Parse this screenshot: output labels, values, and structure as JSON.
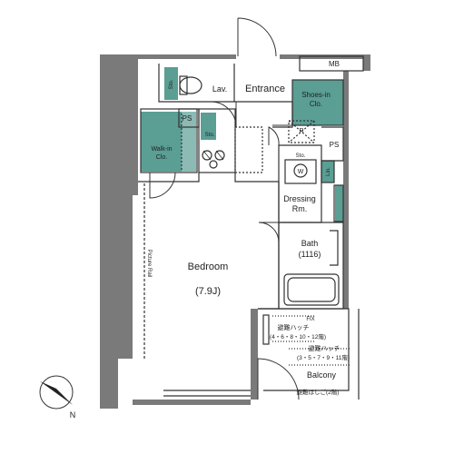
{
  "colors": {
    "storage": "#5a9e94",
    "wall": "#7a7a7a",
    "line": "#333333"
  },
  "rooms": {
    "mb": "MB",
    "entrance": "Entrance",
    "lav": "Lav.",
    "shoes_in_clo_1": "Shoes-in",
    "shoes_in_clo_2": "Clo.",
    "ps_left": "PS",
    "ps_right": "PS",
    "sto_lav": "Sto.",
    "sto_kitchen": "Sto.",
    "sto_dressing": "Sto.",
    "lin": "Lin.",
    "r": "R",
    "w": "W",
    "walk_in_clo_1": "Walk-in",
    "walk_in_clo_2": "Clo.",
    "dressing_rm_1": "Dressing",
    "dressing_rm_2": "Rm.",
    "bath_1": "Bath",
    "bath_2": "(1116)",
    "bedroom_1": "Bedroom",
    "bedroom_2": "(7.9J)",
    "picture_rail": "Picture Rail",
    "fix": "FIX",
    "hatch_a_1": "避難ハッチ",
    "hatch_a_2": "(4・6・8・10・12階)",
    "hatch_b_1": "避難ハッチ",
    "hatch_b_2": "(3・5・7・9・11階)",
    "balcony": "Balcony",
    "ladder": "避難はしご(2階)"
  },
  "compass_label": "N"
}
